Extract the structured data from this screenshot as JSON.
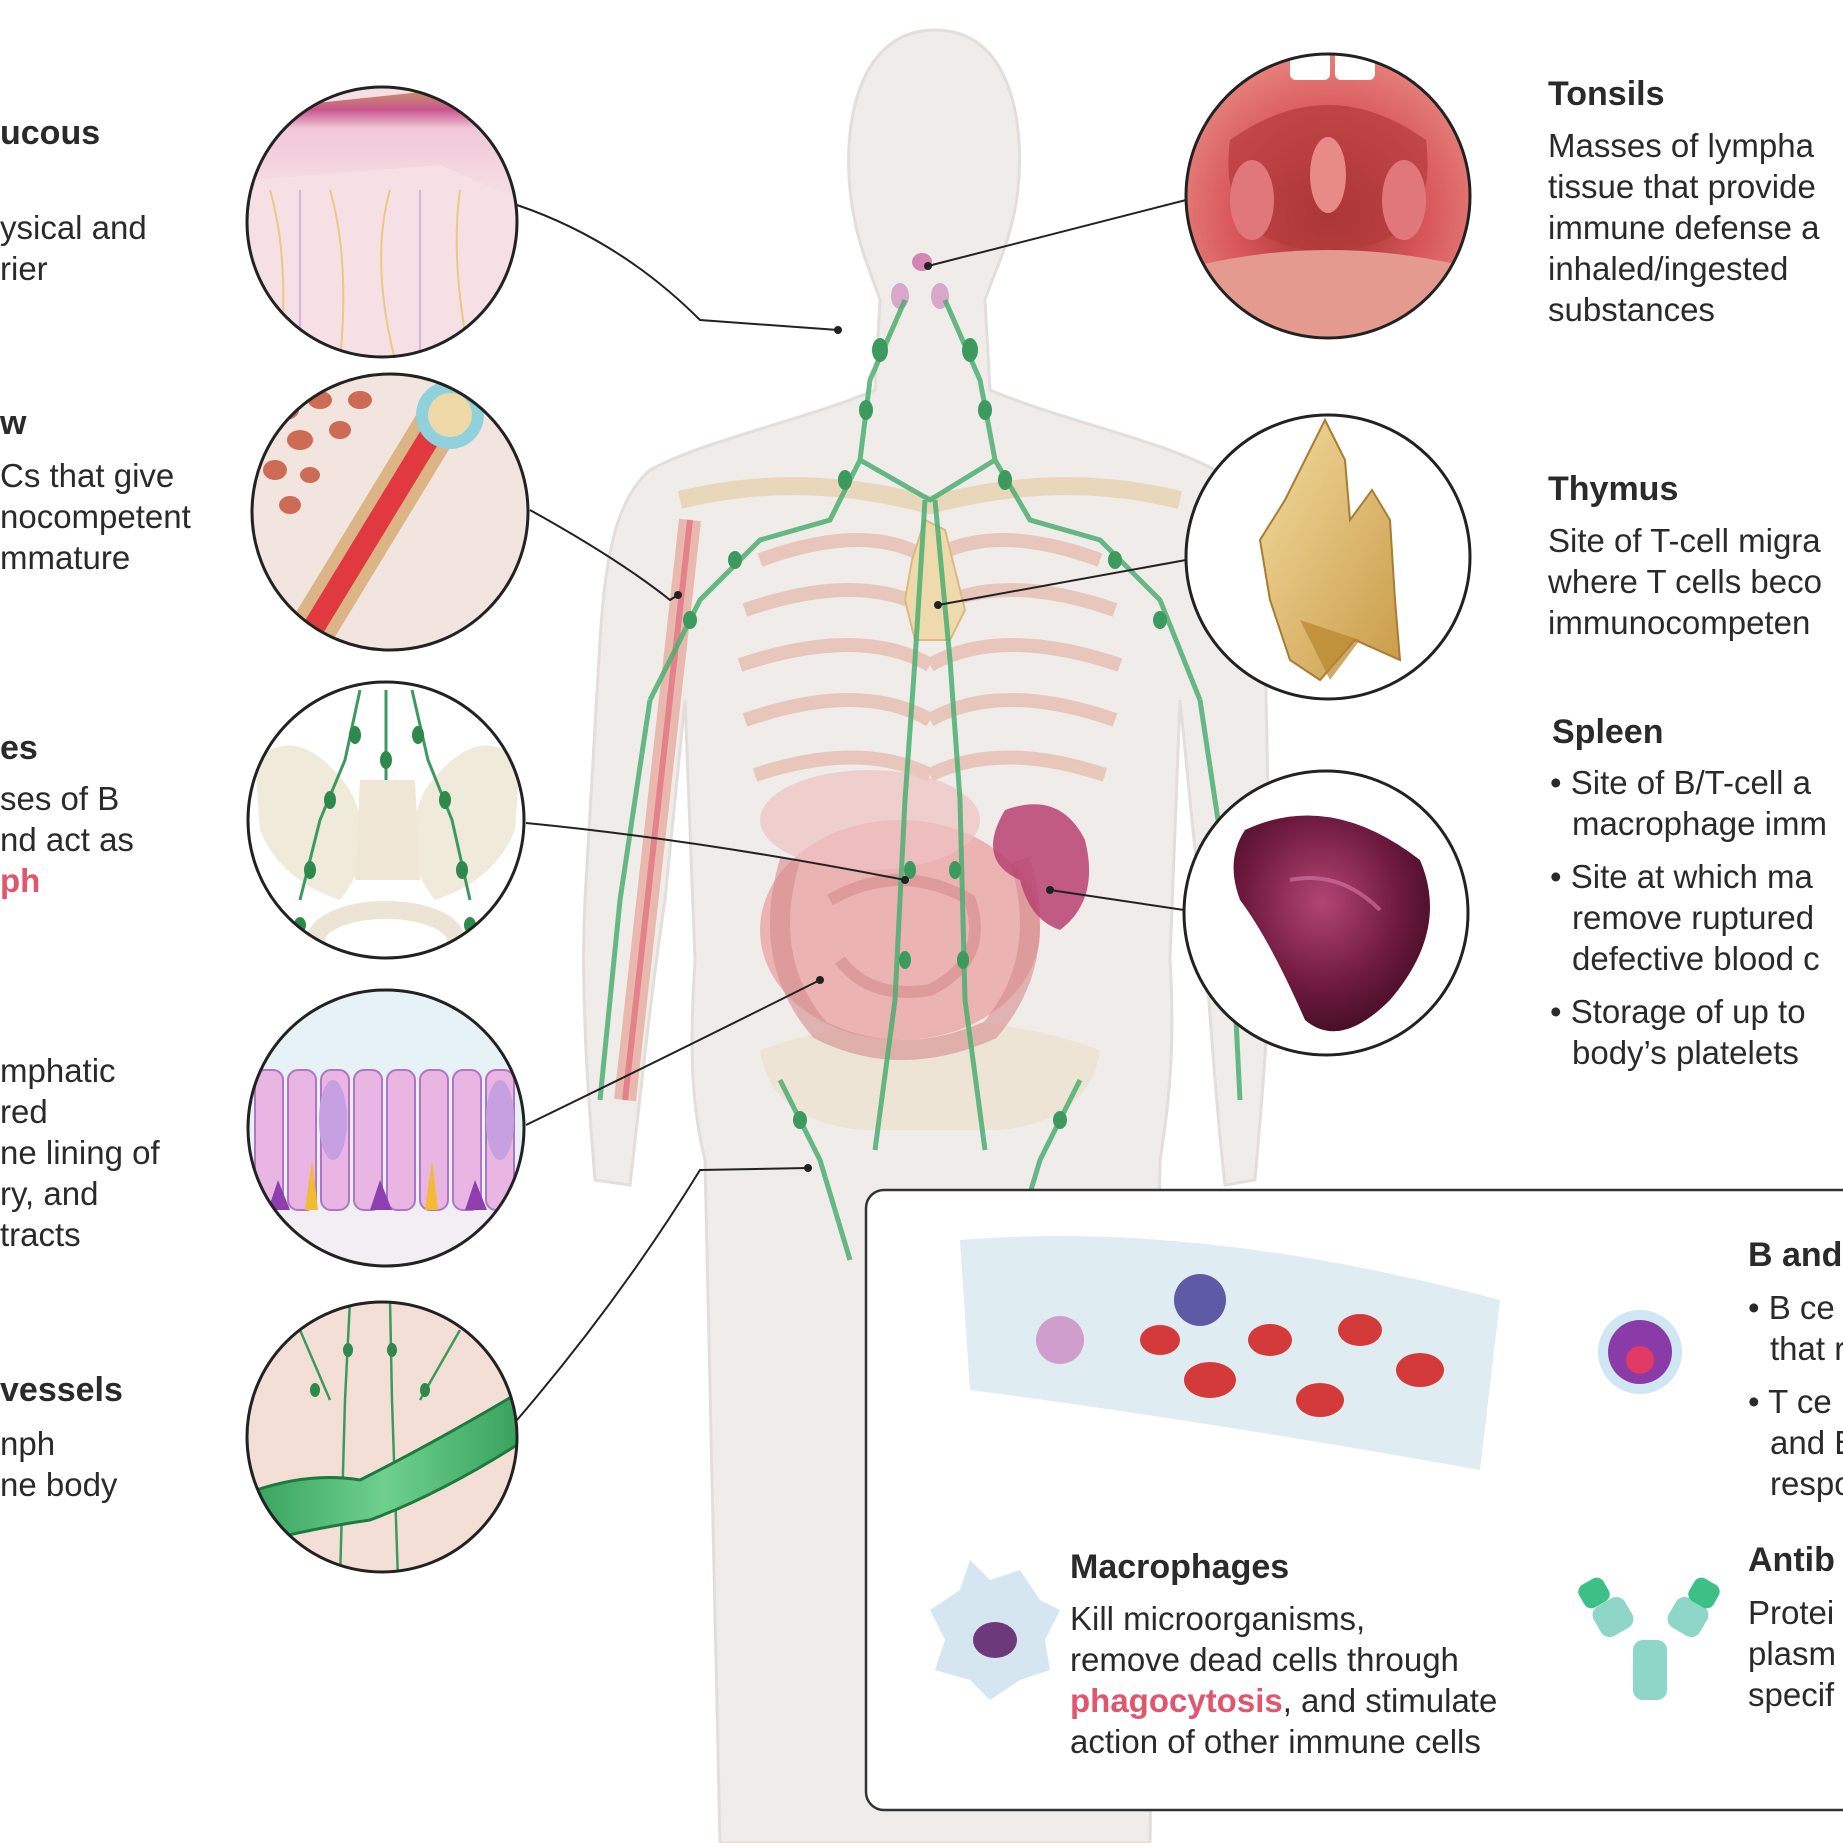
{
  "colors": {
    "lymph_green": "#3c9a5f",
    "highlight_pink": "#e0566d",
    "text": "#2a2a2a",
    "skin_body": "#ede9e6",
    "thymus": "#e8c77e",
    "spleen": "#7a1d45"
  },
  "left_labels": {
    "skin": {
      "title": "ucous",
      "lines": [
        "ysical and",
        "rier"
      ]
    },
    "marrow": {
      "title": "w",
      "lines": [
        "Cs that give",
        "nocompetent",
        "mmature"
      ]
    },
    "nodes": {
      "title": "es",
      "lines": [
        "ses of B",
        "nd act as"
      ],
      "highlight": "ph"
    },
    "malt": {
      "lines": [
        "mphatic",
        "red",
        "ne lining of",
        "ry, and",
        "tracts"
      ]
    },
    "vessels": {
      "title": "vessels",
      "lines": [
        "nph",
        "ne body"
      ]
    }
  },
  "right_labels": {
    "tonsils": {
      "title": "Tonsils",
      "lines": [
        "Masses of lympha",
        "tissue that provide",
        "immune defense a",
        "inhaled/ingested",
        "substances"
      ]
    },
    "thymus": {
      "title": "Thymus",
      "lines": [
        "Site of T-cell migra",
        "where T cells beco",
        "immunocompeten"
      ]
    },
    "spleen": {
      "title": "Spleen",
      "bullets": [
        [
          "Site of B/T-cell a",
          "macrophage imm"
        ],
        [
          "Site at which ma",
          "remove ruptured",
          "defective blood c"
        ],
        [
          "Storage of up to",
          "body’s platelets"
        ]
      ]
    }
  },
  "inset": {
    "bt_cells": {
      "title": "B and",
      "bullets": [
        [
          "B ce",
          "that r"
        ],
        [
          "T ce",
          "and B",
          "respo"
        ]
      ]
    },
    "macrophages": {
      "title": "Macrophages",
      "line1": "Kill microorganisms,",
      "line2": "remove dead cells through",
      "highlight": "phagocytosis",
      "line3_rest": ", and stimulate",
      "line4": "action of other immune cells"
    },
    "antibodies": {
      "title": "Antib",
      "lines": [
        "Protei",
        "plasm",
        "specif"
      ]
    }
  },
  "bullet_char": "•"
}
